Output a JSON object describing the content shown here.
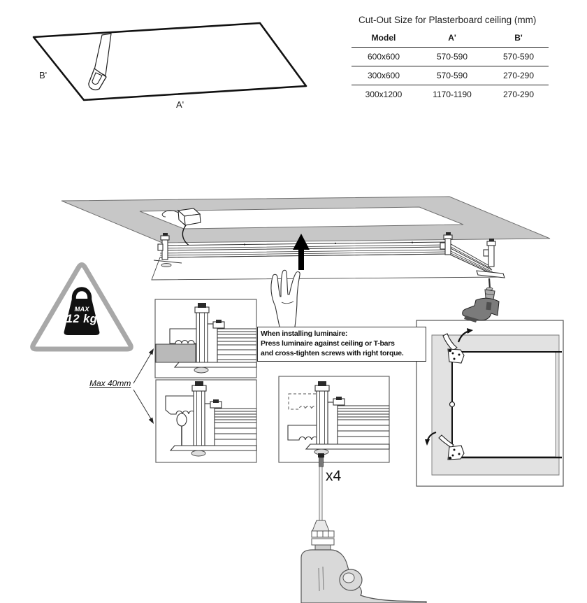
{
  "cutout_table": {
    "title": "Cut-Out Size for Plasterboard ceiling (mm)",
    "columns": [
      "Model",
      "A'",
      "B'"
    ],
    "rows": [
      {
        "model": "600x600",
        "a": "570-590",
        "b": "570-590"
      },
      {
        "model": "300x600",
        "a": "570-590",
        "b": "270-290"
      },
      {
        "model": "300x1200",
        "a": "1170-1190",
        "b": "270-290"
      }
    ]
  },
  "cutout_diagram": {
    "label_a": "A'",
    "label_b": "B'"
  },
  "weight_limit": {
    "line1": "MAX",
    "line2": "12 kg"
  },
  "clamp_note": {
    "label": "Max 40mm"
  },
  "instruction": {
    "line1": "When installing luminaire:",
    "line2": "Press luminaire against ceiling or T-bars",
    "line3": "and cross-tighten screws with right torque."
  },
  "screw_count": {
    "label": "x4"
  },
  "icons": {
    "saw": "saw-icon",
    "weight": "weight-icon",
    "hand": "hand-icon",
    "up_arrow": "up-arrow-icon",
    "drill": "drill-icon",
    "screw": "screw-icon"
  },
  "colors": {
    "ink": "#1a1a1a",
    "ceiling": "#c7c7c7",
    "slab": "#b9b9b9",
    "ring": "#e2e2e2",
    "drill-dark": "#7b7b7b",
    "drill-light": "#d9d9d9",
    "triangle": "#a8a8a8"
  }
}
